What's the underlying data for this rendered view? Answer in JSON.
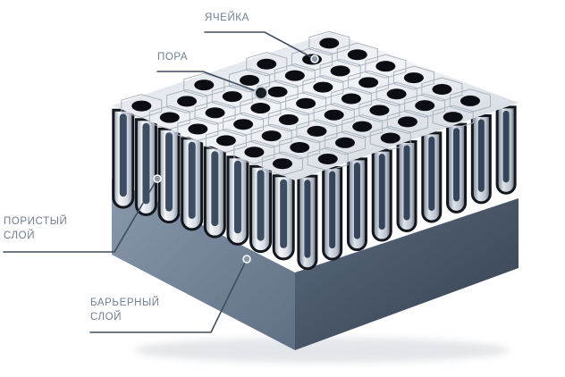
{
  "labels": {
    "cell": "ЯЧЕЙКА",
    "pore": "ПОРА",
    "porous_layer_line1": "ПОРИСТЫЙ",
    "porous_layer_line2": "СЛОЙ",
    "barrier_layer_line1": "БАРЬЕРНЫЙ",
    "barrier_layer_line2": "СЛОЙ"
  },
  "colors": {
    "label_text": "#6f7e92",
    "leader_line": "#3f4d60",
    "metal_light": "#e9edf2",
    "metal_mid": "#b8c1cc",
    "pore_hole": "#0b0d12",
    "pore_channel": "#3d4e63",
    "substrate": "#6f7f93",
    "substrate_dark": "#3e4a5b"
  },
  "icons": [
    "anodized-aluminium-honeycomb-block"
  ]
}
